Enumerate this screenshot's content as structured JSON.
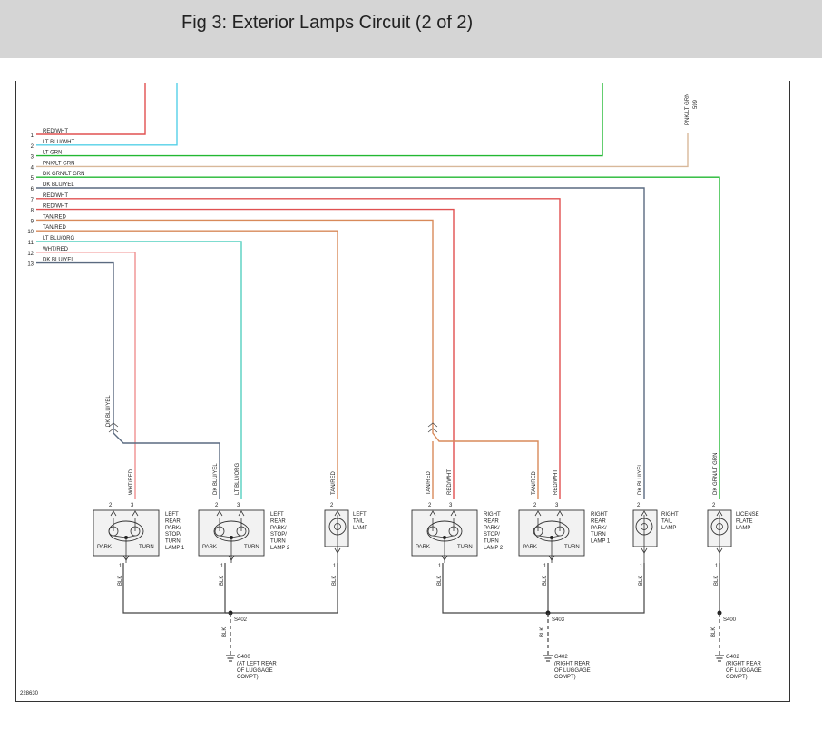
{
  "title": "Fig 3: Exterior Lamps Circuit (2 of 2)",
  "figure_id": "228630",
  "top_label": {
    "color": "PNK/LT GRN",
    "circuit": "599"
  },
  "wires": [
    {
      "num": "1",
      "label": "RED/WHT",
      "color": "#e05050"
    },
    {
      "num": "2",
      "label": "LT BLU/WHT",
      "color": "#55d0e8"
    },
    {
      "num": "3",
      "label": "LT GRN",
      "color": "#22b832"
    },
    {
      "num": "4",
      "label": "PNK/LT GRN",
      "color": "#d8b89a"
    },
    {
      "num": "5",
      "label": "DK GRN/LT GRN",
      "color": "#22b832"
    },
    {
      "num": "6",
      "label": "DK BLU/YEL",
      "color": "#5a6a80"
    },
    {
      "num": "7",
      "label": "RED/WHT",
      "color": "#e05050"
    },
    {
      "num": "8",
      "label": "RED/WHT",
      "color": "#e05050"
    },
    {
      "num": "9",
      "label": "TAN/RED",
      "color": "#d88a5a"
    },
    {
      "num": "10",
      "label": "TAN/RED",
      "color": "#d88a5a"
    },
    {
      "num": "11",
      "label": "LT BLU/ORG",
      "color": "#55d0c0"
    },
    {
      "num": "12",
      "label": "WHT/RED",
      "color": "#f09090"
    },
    {
      "num": "13",
      "label": "DK BLU/YEL",
      "color": "#5a6a80"
    }
  ],
  "vlabels": {
    "dkbluyel_a": "DK BLU/YEL",
    "whtred_a": "WHT/RED",
    "dkbluyel_b": "DK BLU/YEL",
    "ltbluorg": "LT BLU/ORG",
    "tanred_a": "TAN/RED",
    "tanred_b": "TAN/RED",
    "redwht_a": "RED/WHT",
    "tanred_c": "TAN/RED",
    "redwht_b": "RED/WHT",
    "dkbluyel_c": "DK BLU/YEL",
    "dkgrnltgrn": "DK GRN/LT GRN",
    "blk": "BLK"
  },
  "lamps": {
    "l1": [
      "LEFT",
      "REAR",
      "PARK/",
      "STOP/",
      "TURN",
      "LAMP 1"
    ],
    "l2": [
      "LEFT",
      "REAR",
      "PARK/",
      "STOP/",
      "TURN",
      "LAMP 2"
    ],
    "lt": [
      "LEFT",
      "TAIL",
      "LAMP"
    ],
    "r2": [
      "RIGHT",
      "REAR",
      "PARK/",
      "STOP/",
      "TURN",
      "LAMP 2"
    ],
    "r1": [
      "RIGHT",
      "REAR",
      "PARK/",
      "TURN",
      "LAMP 1"
    ],
    "rt": [
      "RIGHT",
      "TAIL",
      "LAMP"
    ],
    "lp": [
      "LICENSE",
      "PLATE",
      "LAMP"
    ]
  },
  "park": "PARK",
  "turn": "TURN",
  "pins": {
    "p1": "1",
    "p2": "2",
    "p3": "3"
  },
  "splices": {
    "s402": "S402",
    "s403": "S403",
    "s400": "S400"
  },
  "grounds": {
    "g400": [
      "G400",
      "(AT LEFT REAR",
      "OF LUGGAGE",
      "COMPT)"
    ],
    "g402a": [
      "G402",
      "(RIGHT REAR",
      "OF LUGGAGE",
      "COMPT)"
    ],
    "g402b": [
      "G402",
      "(RIGHT REAR",
      "OF LUGGAGE",
      "COMPT)"
    ]
  }
}
